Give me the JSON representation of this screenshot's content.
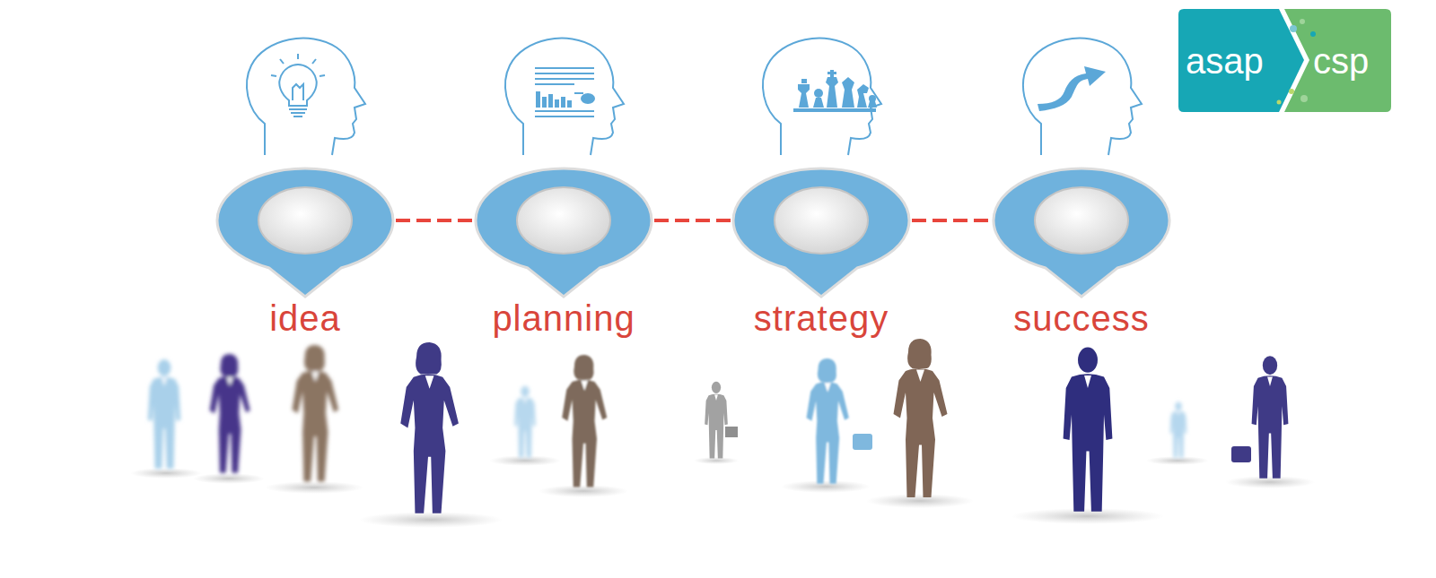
{
  "diagram": {
    "nodes": [
      {
        "text": [
          "idea"
        ]
      },
      {
        "text": [
          "planning"
        ]
      },
      {
        "text": [
          "strategy"
        ]
      },
      {
        "text": [
          "success"
        ]
      },
      {
        "text": [
          "asap",
          "csp"
        ]
      }
    ],
    "edges": [
      {
        "from": 0,
        "to": 1,
        "arrow": "none"
      },
      {
        "from": 1,
        "to": 2,
        "arrow": "none"
      },
      {
        "from": 2,
        "to": 3,
        "arrow": "none"
      }
    ]
  }
}
